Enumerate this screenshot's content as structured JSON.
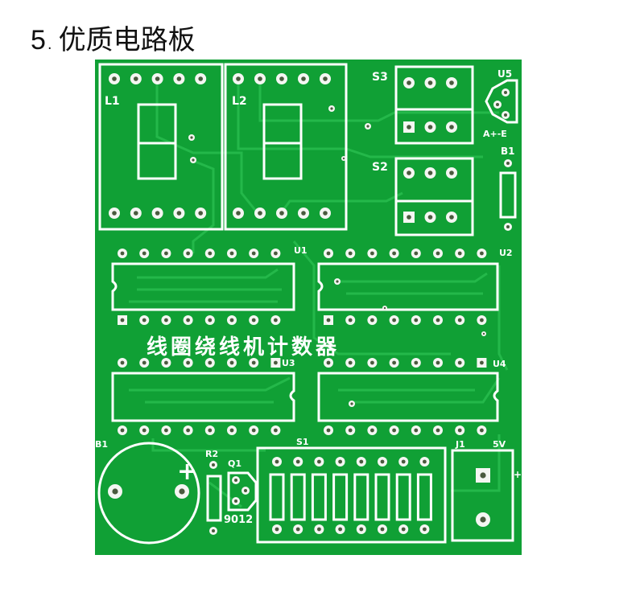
{
  "title": {
    "number": "5",
    "dot": ".",
    "text": "优质电路板"
  },
  "board": {
    "color": "#10a035",
    "trace_color": "#24b84a",
    "silkscreen_color": "#ffffff",
    "board_title": "线圈绕线机计数器",
    "labels": {
      "l1": "L1",
      "l2": "L2",
      "s3": "S3",
      "s2": "S2",
      "u5": "U5",
      "u5_pins": "A+-E",
      "b1_side": "B1",
      "u1": "U1",
      "u2": "U2",
      "u3": "U3",
      "u4": "U4",
      "b1": "B1",
      "r2": "R2",
      "q1": "Q1",
      "q1_part": "9012",
      "s1": "S1",
      "j1": "J1",
      "j1_voltage": "5V",
      "plus": "+",
      "j1_plus": "+"
    }
  }
}
